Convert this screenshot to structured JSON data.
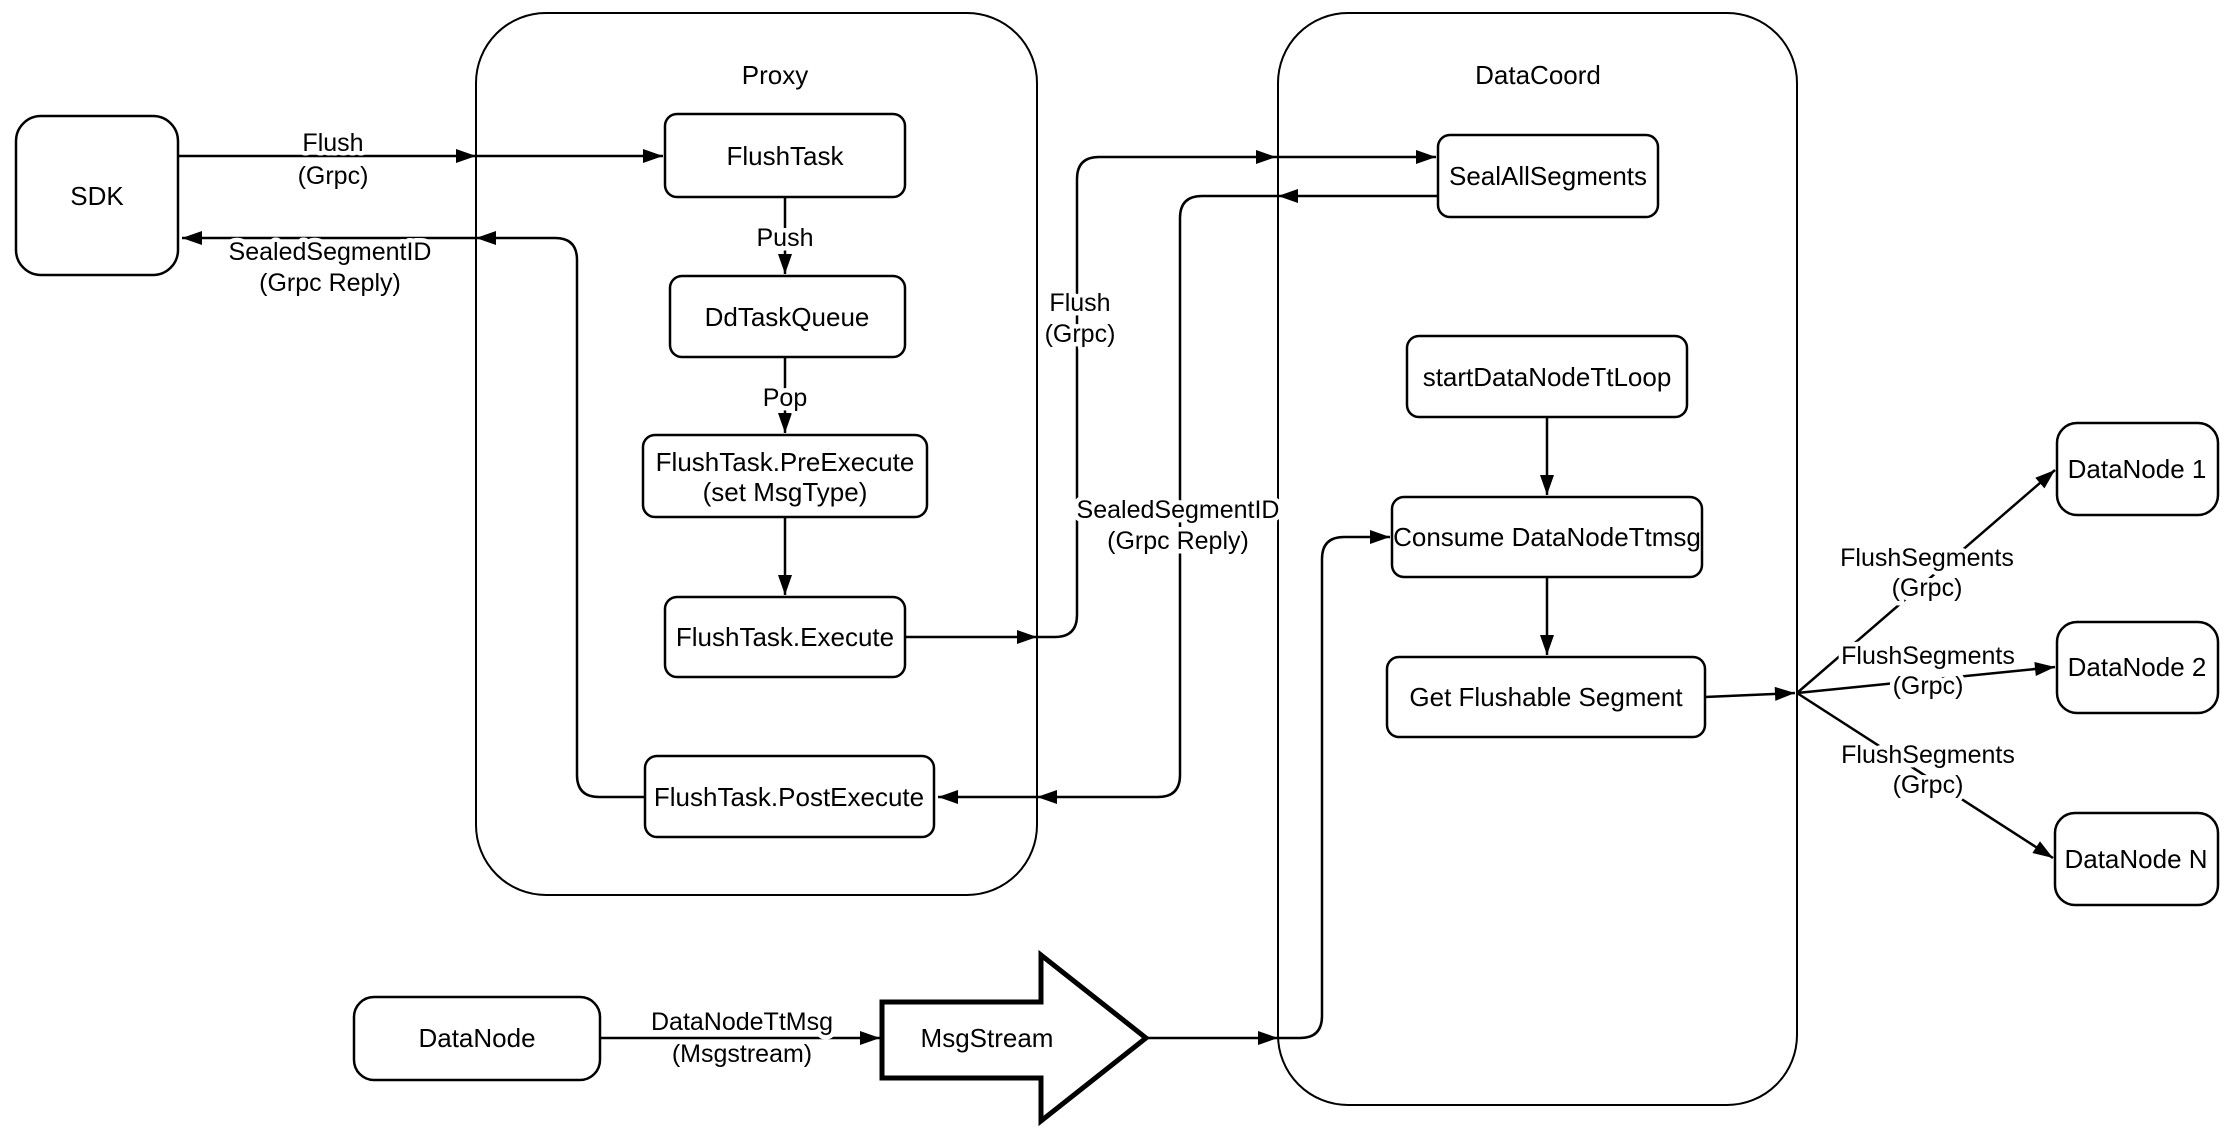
{
  "containers": {
    "proxy": {
      "title": "Proxy"
    },
    "datacoord": {
      "title": "DataCoord"
    }
  },
  "nodes": {
    "sdk": {
      "label": "SDK"
    },
    "flush_task": {
      "label": "FlushTask"
    },
    "dd_task_queue": {
      "label": "DdTaskQueue"
    },
    "pre_execute": {
      "line1": "FlushTask.PreExecute",
      "line2": "(set MsgType)"
    },
    "execute": {
      "label": "FlushTask.Execute"
    },
    "post_execute": {
      "label": "FlushTask.PostExecute"
    },
    "seal_all_segments": {
      "label": "SealAllSegments"
    },
    "start_datanode_tt_loop": {
      "label": "startDataNodeTtLoop"
    },
    "consume_datanode_ttmsg": {
      "label": "Consume DataNodeTtmsg"
    },
    "get_flushable_segment": {
      "label": "Get Flushable Segment"
    },
    "datanode_1": {
      "label": "DataNode 1"
    },
    "datanode_2": {
      "label": "DataNode 2"
    },
    "datanode_n": {
      "label": "DataNode N"
    },
    "datanode": {
      "label": "DataNode"
    },
    "msgstream": {
      "label": "MsgStream"
    }
  },
  "edge_labels": {
    "flush_grpc_sdk": {
      "line1": "Flush",
      "line2": "(Grpc)"
    },
    "sealed_segment_id_sdk": {
      "line1": "SealedSegmentID",
      "line2": "(Grpc Reply)"
    },
    "push": {
      "label": "Push"
    },
    "pop": {
      "label": "Pop"
    },
    "flush_grpc_mid": {
      "line1": "Flush",
      "line2": "(Grpc)"
    },
    "sealed_segment_id_mid": {
      "line1": "SealedSegmentID",
      "line2": "(Grpc Reply)"
    },
    "flush_segments_1": {
      "line1": "FlushSegments",
      "line2": "(Grpc)"
    },
    "flush_segments_2": {
      "line1": "FlushSegments",
      "line2": "(Grpc)"
    },
    "flush_segments_3": {
      "line1": "FlushSegments",
      "line2": "(Grpc)"
    },
    "datanode_tt_msg": {
      "line1": "DataNodeTtMsg",
      "line2": "(Msgstream)"
    }
  },
  "colors": {
    "line": "#000000",
    "background": "#ffffff",
    "box_fill": "#ffffff"
  }
}
